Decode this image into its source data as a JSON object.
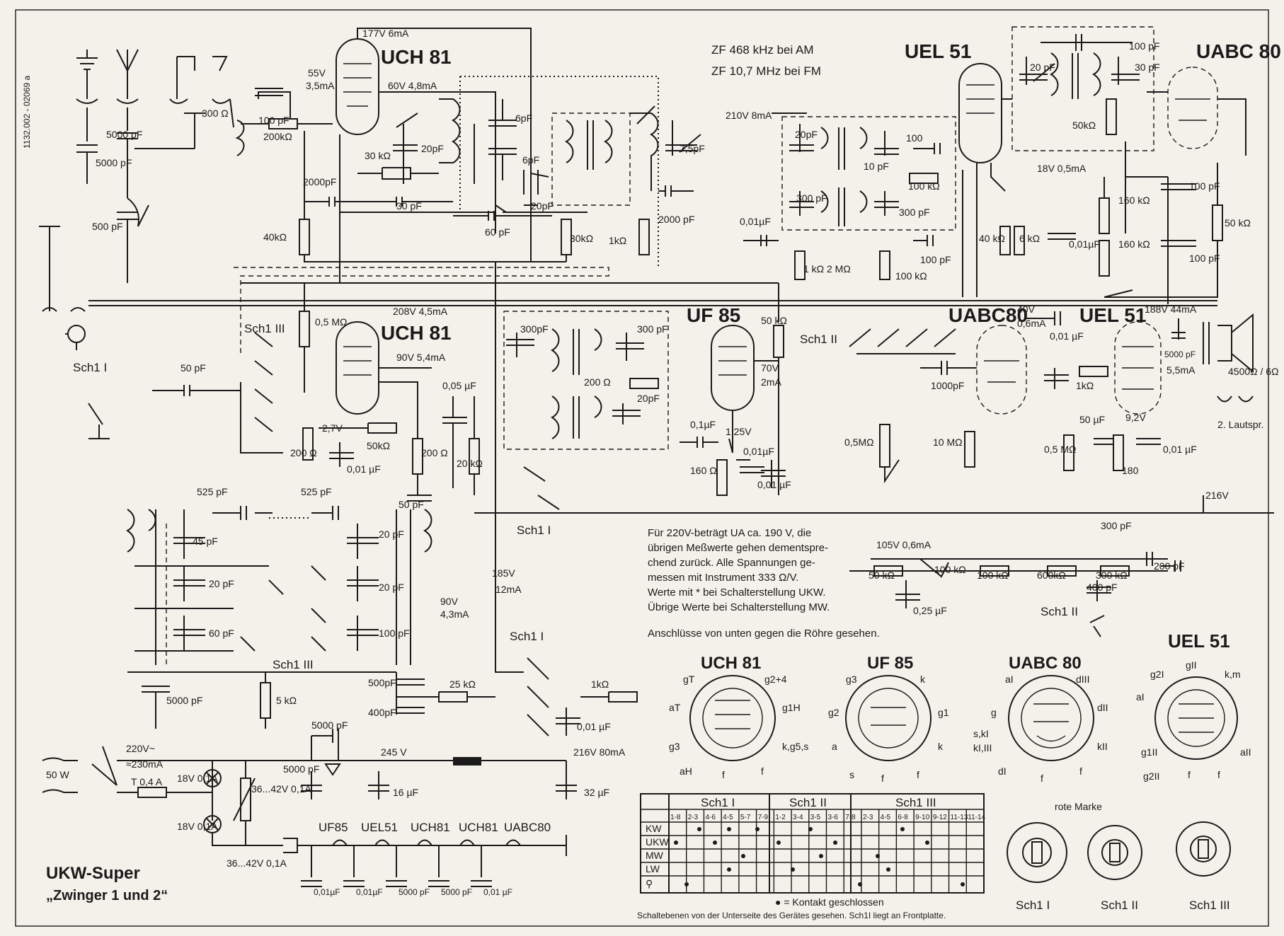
{
  "catalog_number": "1132.002 - 02069 a",
  "if_info": [
    "ZF  468 kHz  bei  AM",
    "ZF  10,7 MHz  bei  FM"
  ],
  "tubes": {
    "uch81_top": "UCH 81",
    "uch81_mid": "UCH 81",
    "uel51": "UEL 51",
    "uabc80": "UABC 80",
    "uf85": "UF 85",
    "uabc80_mid": "UABC80",
    "uel51_mid": "UEL 51"
  },
  "measurements": {
    "v177": "177V  6mA",
    "v55": "55V",
    "ma35": "3,5mA",
    "v60": "60V  4,8mA",
    "v210": "210V  8mA",
    "v208": "208V  4,5mA",
    "v90a": "90V  5,4mA",
    "v18": "18V  0,5mA",
    "v70": "70V",
    "ma2": "2mA",
    "v125": "1,25V",
    "v40": "40V",
    "ma06": "0,6mA",
    "v188": "188V  44mA",
    "ma55": "5,5mA",
    "v92": "9,2V",
    "v27": "2,7V",
    "v185": "185V",
    "ma12": "12mA",
    "v90b": "90V",
    "ma43": "4,3mA",
    "v216": "216V",
    "v105": "105V  0,6mA",
    "v245": "245 V",
    "v216b": "216V  80mA",
    "v220": "220V~",
    "ma230": "≈230mA"
  },
  "components": {
    "c5000a": "5000 pF",
    "c5000b": "5000 pF",
    "c500": "500 pF",
    "r300": "300 Ω",
    "c100a": "100 pF",
    "r200k": "200kΩ",
    "c2000": "2000pF",
    "r30k": "30 kΩ",
    "c20a": "20pF",
    "c6a": "6pF",
    "c6b": "6pF",
    "c30": "30 pF",
    "c20b": "20pF",
    "c60": "60 pF",
    "r30kb": "30kΩ",
    "r1k": "1kΩ",
    "c2000b": "2000 pF",
    "c75": "7,5pF",
    "r40k": "40kΩ",
    "c20c": "20pF",
    "c10": "10 pF",
    "c100b": "100",
    "r100k": "100 kΩ",
    "c300a": "300 pF",
    "c300b": "300 pF",
    "c001a": "0,01µF",
    "r1kb": "1 kΩ",
    "r2m": "2 MΩ",
    "r100kb": "100 kΩ",
    "c100c": "100 pF",
    "c20d": "20 pF",
    "c30b": "30 pF",
    "c100d": "100 pF",
    "r50k": "50kΩ",
    "r160a": "160 kΩ",
    "r160b": "160 kΩ",
    "c100e": "100 pF",
    "c100f": "100 pF",
    "r40kb": "40 kΩ",
    "r6k": "6 kΩ",
    "c001b": "0,01µF",
    "r50kb": "50 kΩ",
    "r05m": "0,5 MΩ",
    "c50": "50 pF",
    "r200a": "200 Ω",
    "c001c": "0,01 µF",
    "r50kc": "50kΩ",
    "r200b": "200 Ω",
    "c50b": "50 pF",
    "c005": "0,05 µF",
    "r20k": "20 kΩ",
    "c300c": "300pF",
    "c300d": "300 pF",
    "r200c": "200 Ω",
    "c20e": "20pF",
    "r50kd": "50 kΩ",
    "c01": "0,1µF",
    "r160c": "160 Ω",
    "c001d": "0,01µF",
    "c001e": "0,01 µF",
    "c1000": "1000pF",
    "r05mb": "0,5MΩ",
    "r10m": "10 MΩ",
    "c001f": "0,01 µF",
    "r1kc": "1kΩ",
    "c50uf": "50 µF",
    "r05mc": "0,5 MΩ",
    "r180": "180",
    "c001g": "0,01 µF",
    "c5000c": "5000 pF",
    "spk": "4500Ω / 6Ω",
    "spk2": "2. Lautspr.",
    "c525a": "525 pF",
    "c525b": "525 pF",
    "c45": "45 pF",
    "c20f": "20 pF",
    "c60b": "60 pF",
    "c20g": "20 pF",
    "c20h": "20 pF",
    "c100g": "100 pF",
    "c500b": "500pF",
    "c400": "400pF",
    "c5000d": "5000 pF",
    "r5k": "5 kΩ",
    "r25k": "25 kΩ",
    "r1kd": "1kΩ",
    "c001h": "0,01 µF",
    "c300e": "300 pF",
    "r50ke": "50 kΩ",
    "r100kc": "100 kΩ",
    "r100kd": "100 kΩ",
    "r600k": "600kΩ",
    "r300k": "300 kΩ",
    "c200": "200 pF",
    "c400b": "400 pF",
    "c025": "0,25 µF",
    "c5000e": "5000 pF",
    "c16": "16 µF",
    "c32": "32 µF",
    "c5000pf": "5000 pF",
    "l18a": "18V 0,1A",
    "l18b": "18V 0,1A",
    "r36a": "36...42V 0,1A",
    "r36b": "36...42V 0,1A",
    "fuse": "T 0,4 A",
    "power": "50 W"
  },
  "switch_labels": {
    "sch1_iii_a": "Sch1 III",
    "sch1_i_a": "Sch1 I",
    "sch1_ii_a": "Sch1 II",
    "sch1_i_b": "Sch1 I",
    "sch1_i_c": "Sch1 I",
    "sch1_iii_b": "Sch1 III",
    "sch1_ii_b": "Sch1 II"
  },
  "heater_chain": [
    "UF85",
    "UEL51",
    "UCH81",
    "UCH81",
    "UABC80"
  ],
  "heater_caps": [
    "0,01µF",
    "0,01µF",
    "5000 pF",
    "5000 pF",
    "0,01 µF"
  ],
  "notes": [
    "Für 220V-beträgt UA ca. 190 V, die",
    "übrigen Meßwerte gehen dementspre-",
    "chend zurück. Alle Spannungen ge-",
    "messen mit Instrument 333 Ω/V.",
    "Werte mit * bei Schalterstellung UKW.",
    "Übrige Werte bei Schalterstellung MW.",
    "Anschlüsse von unten gegen die Röhre gesehen."
  ],
  "pinouts": [
    {
      "title": "UCH 81",
      "pins": [
        "gT",
        "g2+4",
        "aT",
        "g1H",
        "g3",
        "k,g5,s",
        "aH",
        "f",
        "f"
      ]
    },
    {
      "title": "UF 85",
      "pins": [
        "g3",
        "k",
        "g2",
        "g1",
        "a",
        "k",
        "s",
        "f",
        "f"
      ]
    },
    {
      "title": "UABC 80",
      "pins": [
        "aI",
        "dIII",
        "g",
        "dII",
        "s,kI",
        "kI,III",
        "kII",
        "dI",
        "f",
        "f"
      ]
    },
    {
      "title": "UEL 51",
      "pins": [
        "g2I",
        "gII",
        "k,m",
        "aI",
        "g1II",
        "aII",
        "g2II",
        "f",
        "f"
      ]
    }
  ],
  "switch_table": {
    "groups": [
      "Sch1 I",
      "Sch1 II",
      "Sch1 III"
    ],
    "columns": [
      "1-8",
      "2-3",
      "4-6",
      "4-5",
      "5-7",
      "7-9",
      "1-2",
      "3-4",
      "3-5",
      "3-6",
      "7-8",
      "2-3",
      "4-5",
      "6-8",
      "9-10",
      "9-12",
      "11-13",
      "11-14"
    ],
    "rows": [
      "KW",
      "UKW",
      "MW",
      "LW",
      "⚲"
    ],
    "legend": "● = Kontakt geschlossen",
    "footer": "Schaltebenen von der Unterseite des Gerätes gesehen. Sch1I liegt an Frontplatte."
  },
  "wafers": {
    "marker": "rote Marke",
    "labels": [
      "Sch1 I",
      "Sch1 II",
      "Sch1 III"
    ]
  },
  "footer_title": "UKW-Super",
  "footer_subtitle": "„Zwinger 1 und 2“"
}
